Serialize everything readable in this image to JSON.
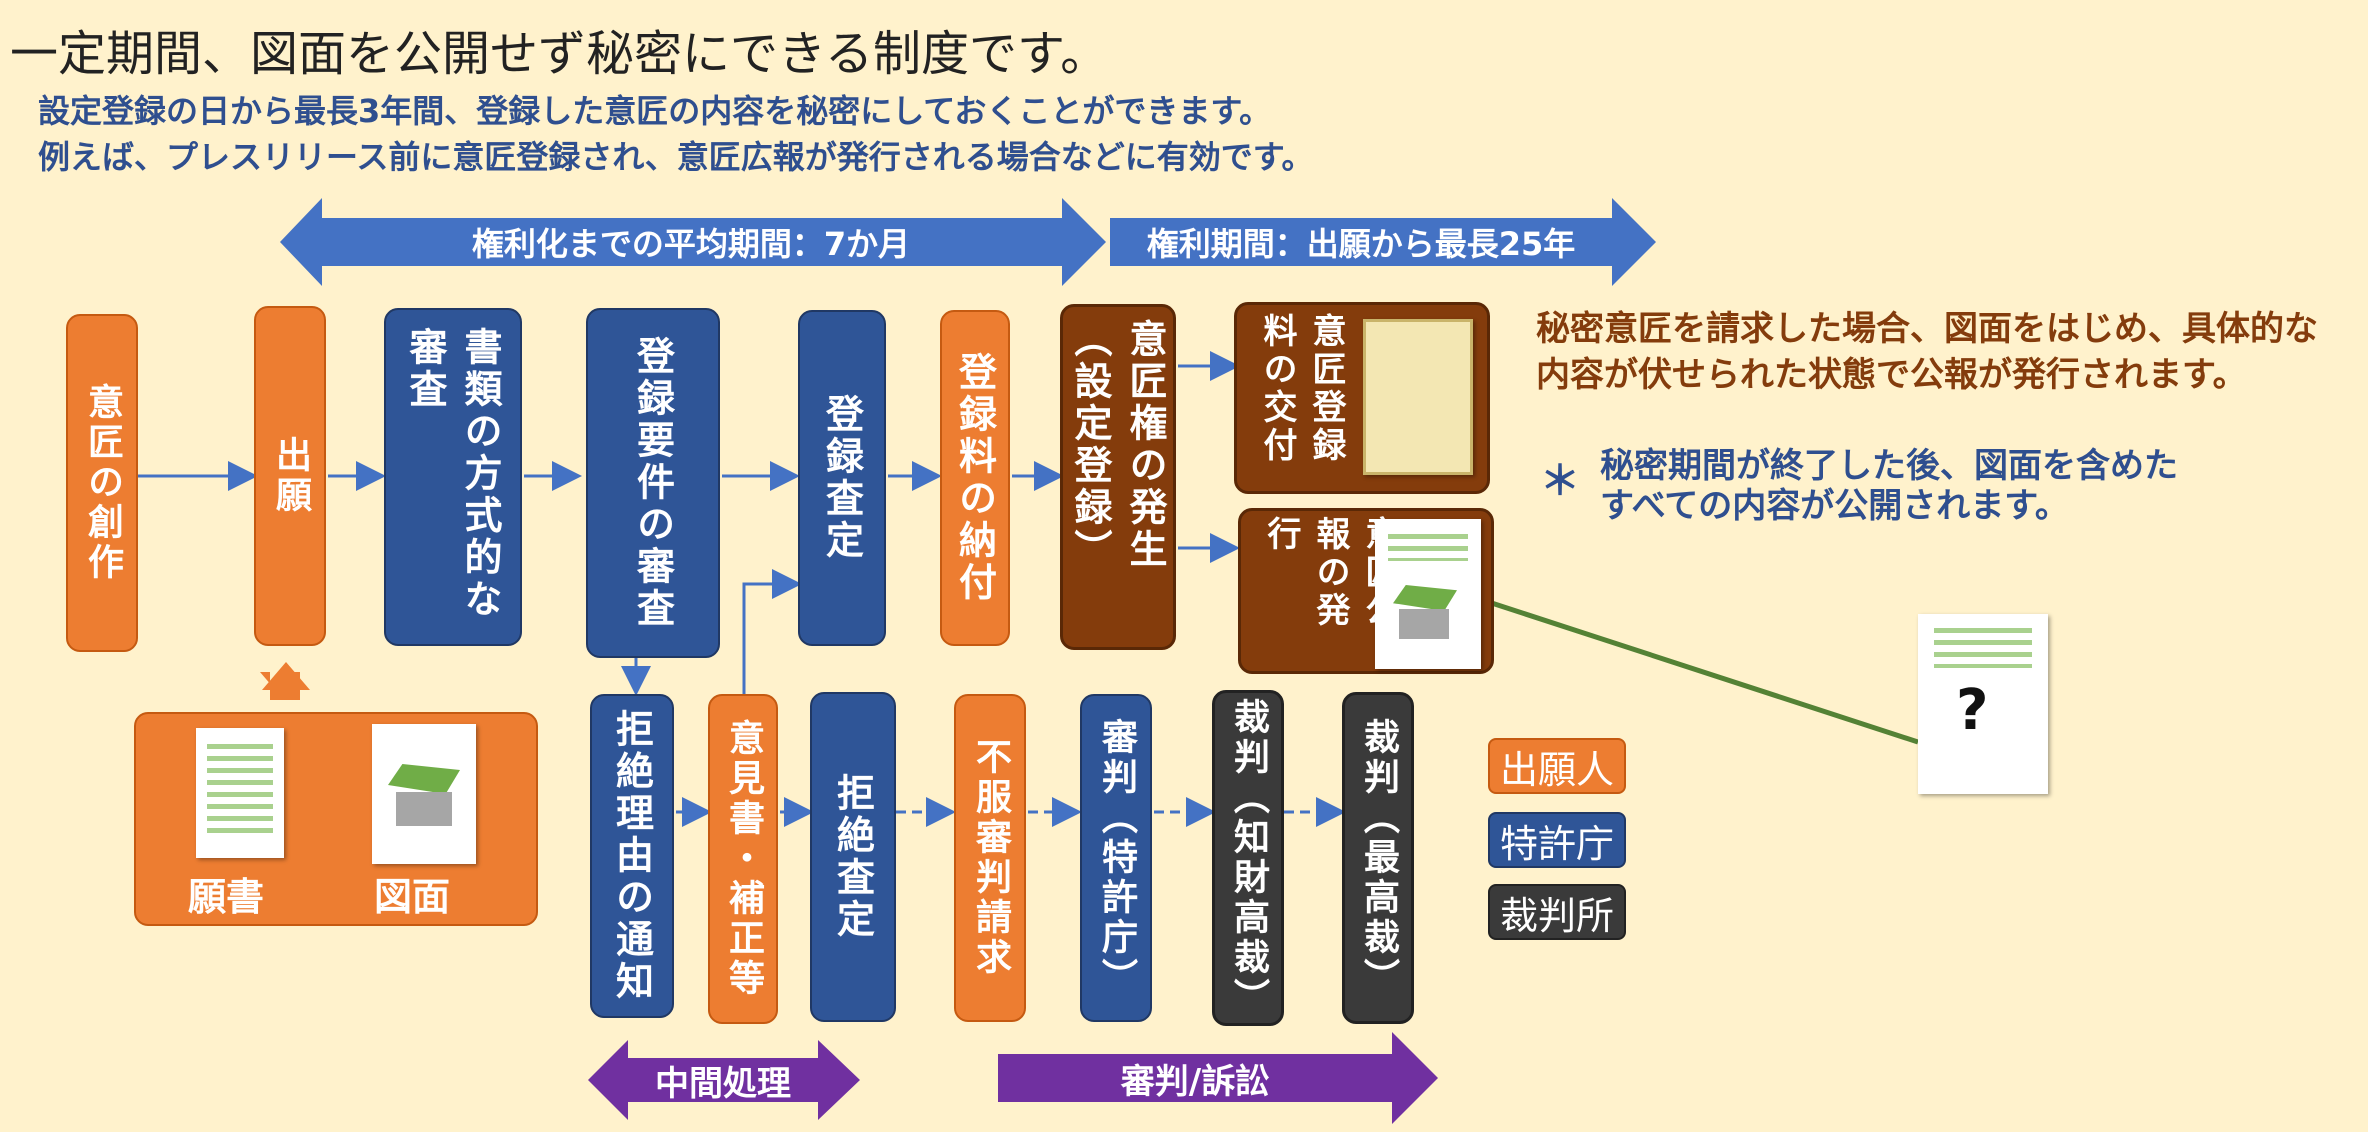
{
  "header": {
    "title": "一定期間、図面を公開せず秘密にできる制度です。",
    "line1": "設定登録の日から最長3年間、登録した意匠の内容を秘密にしておくことができます。",
    "line2": "例えば、プレスリリース前に意匠登録され、意匠広報が発行される場合などに有効です。"
  },
  "arrows": {
    "avg_period": "権利化までの平均期間：7か月",
    "right_period": "権利期間：出願から最長25年",
    "intermediate": "中間処理",
    "appeal": "審判/訴訟"
  },
  "steps": {
    "creation": "意匠の創作",
    "application": "出願",
    "formal_exam": "書類の方式的な審査",
    "requirement_exam": "登録要件の審査",
    "registration_decision": "登録査定",
    "fee_payment": "登録料の納付",
    "right_occurrence": "意匠権の発生（設定登録）",
    "certificate": "意匠登録料の交付",
    "gazette": "意匠公報の発行",
    "rejection_notice": "拒絶理由の通知",
    "opinion": "意見書・補正等",
    "rejection_decision": "拒絶査定",
    "appeal_request": "不服審判請求",
    "trial_jpo": "審判（特許庁）",
    "trial_ip": "裁判（知財高裁）",
    "trial_supreme": "裁判（最高裁）"
  },
  "docs": {
    "application_form": "願書",
    "drawing": "図面",
    "unknown": "?"
  },
  "notes": {
    "secret_design": "秘密意匠を請求した場合、図面をはじめ、具体的な\n内容が伏せられた状態で公報が発行されます。",
    "after_period_mark": "＊",
    "after_period": "秘密期間が終了した後、図面を含めた\nすべての内容が公開されます。"
  },
  "legend": {
    "applicant": "出願人",
    "jpo": "特許庁",
    "court": "裁判所"
  },
  "colors": {
    "background": "#FFF2CC",
    "applicant": "#ED7D31",
    "jpo": "#2F5597",
    "court": "#3A3A3A",
    "registration": "#843C0C",
    "arrow_blue": "#4472C4",
    "arrow_purple": "#7030A0",
    "note_brown": "#843C0C",
    "note_blue": "#2F4F8F"
  }
}
